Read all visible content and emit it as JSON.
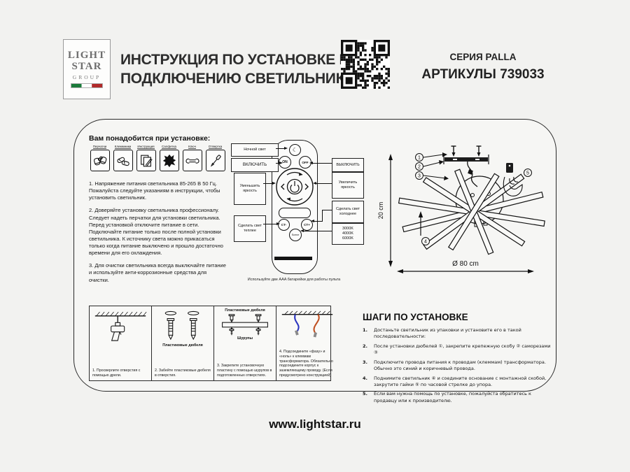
{
  "header": {
    "logo": {
      "line1": "LIGHT",
      "line2": "STAR",
      "line3": "GROUP"
    },
    "title_line1": "ИНСТРУКЦИЯ ПО УСТАНОВКЕ И",
    "title_line2": "ПОДКЛЮЧЕНИЮ СВЕТИЛЬНИКА",
    "series": "СЕРИЯ PALLA",
    "articles": "АРТИКУЛЫ 739033"
  },
  "tools": {
    "heading": "Вам понадобится при установке:",
    "items": [
      {
        "label": "Перчатки",
        "icon": "gloves-icon"
      },
      {
        "label": "Клеммники",
        "icon": "terminal-clamps-icon"
      },
      {
        "label": "Инструкция",
        "icon": "manual-icon"
      },
      {
        "label": "Салфетка",
        "icon": "napkin-icon"
      },
      {
        "label": "Ключ",
        "icon": "wrench-icon"
      },
      {
        "label": "Отвертка",
        "icon": "screwdriver-icon"
      }
    ]
  },
  "warnings": {
    "p1": "1. Напряжение питания светильника 85-265 В 50 Гц. Пожалуйста следуйте указаниям в инструкции, чтобы установить светильник.",
    "p2": "2. Доверяйте установку светильника профессионалу. Следует надеть перчатки для установки светильника. Перед установкой отключите питание в сети. Подключайте питание только после полной установки светильника. К источнику света можно прикасаться только когда питание выключено и прошло достаточно времени для его охлаждения.",
    "p3": "3. Для очистки светильника всегда выключайте питание и используйте анти-коррозионные средства для очистки."
  },
  "remote": {
    "labels": {
      "night": "Ночной свет",
      "on": "ВКЛЮЧИТЬ",
      "off": "ВЫКЛЮЧИТЬ",
      "dim": "Уменьшить яркость",
      "brighten": "Увеличить яркость",
      "warmer": "Сделать свет теплее",
      "colder": "Сделать свет холоднее",
      "kelvin": [
        "3000K",
        "4000K",
        "6000K"
      ]
    },
    "buttons": {
      "moon_glyph": "☾",
      "on": "ON",
      "off": "OFF",
      "ct_minus": "CT-",
      "ct_plus": "CT+",
      "scene": "Scene"
    },
    "battery_note": "Используйте две AAA батарейки для работы пульта"
  },
  "lamp": {
    "height_dim": "20 cm",
    "width_dim": "Ø 80 cm",
    "callouts": [
      "1",
      "2",
      "3",
      "4",
      "5"
    ]
  },
  "panels": [
    {
      "caption": "1. Просверлите отверстия с помощью дрели."
    },
    {
      "label": "Пластиковые дюбеля",
      "caption": "2. Забейте пластиковые дюбеля в отверстия."
    },
    {
      "label_top": "Пластиковые дюбеля",
      "label_bottom": "Шурупы",
      "caption": "3. Закрепите установочную пластину с помощью шурупов в подготовленных отверстиях."
    },
    {
      "caption": "4. Подсоедините «фазу» и «ноль» к клеммам трансформатора. Обязательно подсоедините корпус к заземляющему проводу. (Если предусмотрено конструкцией)"
    }
  ],
  "steps": {
    "heading": "ШАГИ ПО УСТАНОВКЕ",
    "items": [
      {
        "num": "1.",
        "text": "Достаньте светильник из упаковки и установите его в такой последовательности:"
      },
      {
        "num": "2.",
        "text": "После установки дюбелей ①, закрепите крепежную скобу ② саморезами ③"
      },
      {
        "num": "3.",
        "text": "Подключите провода питания к проводам (клеммам) трансформатора. Обычно это синий и коричневый провода."
      },
      {
        "num": "4.",
        "text": "Поднимите светильник ④ и соедините основание с монтажной скобой, закрутите гайки ⑤ по часовой стрелке до упора."
      },
      {
        "num": "5.",
        "text": "Если вам нужна помощь по установке, пожалуйста обратитесь к продавцу или к производителю."
      }
    ]
  },
  "footer": {
    "url": "www.lightstar.ru"
  },
  "colors": {
    "ink": "#111111",
    "wire_blue": "#2b35c0",
    "wire_red": "#c05022",
    "flag_green": "#1a7a3a",
    "flag_white": "#ffffff",
    "flag_red": "#b02a2a"
  }
}
